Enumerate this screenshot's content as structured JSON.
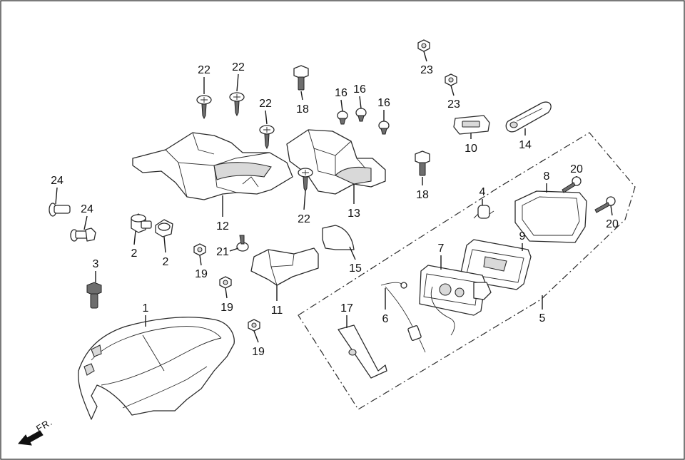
{
  "diagram": {
    "direction_label": "FR.",
    "callouts": [
      {
        "id": "c1",
        "label": "1"
      },
      {
        "id": "c2a",
        "label": "2"
      },
      {
        "id": "c2b",
        "label": "2"
      },
      {
        "id": "c3",
        "label": "3"
      },
      {
        "id": "c4",
        "label": "4"
      },
      {
        "id": "c5",
        "label": "5"
      },
      {
        "id": "c6",
        "label": "6"
      },
      {
        "id": "c7",
        "label": "7"
      },
      {
        "id": "c8",
        "label": "8"
      },
      {
        "id": "c9",
        "label": "9"
      },
      {
        "id": "c10",
        "label": "10"
      },
      {
        "id": "c11",
        "label": "11"
      },
      {
        "id": "c12",
        "label": "12"
      },
      {
        "id": "c13",
        "label": "13"
      },
      {
        "id": "c14",
        "label": "14"
      },
      {
        "id": "c15",
        "label": "15"
      },
      {
        "id": "c16a",
        "label": "16"
      },
      {
        "id": "c16b",
        "label": "16"
      },
      {
        "id": "c16c",
        "label": "16"
      },
      {
        "id": "c17",
        "label": "17"
      },
      {
        "id": "c18a",
        "label": "18"
      },
      {
        "id": "c18b",
        "label": "18"
      },
      {
        "id": "c19a",
        "label": "19"
      },
      {
        "id": "c19b",
        "label": "19"
      },
      {
        "id": "c19c",
        "label": "19"
      },
      {
        "id": "c20a",
        "label": "20"
      },
      {
        "id": "c20b",
        "label": "20"
      },
      {
        "id": "c21",
        "label": "21"
      },
      {
        "id": "c22a",
        "label": "22"
      },
      {
        "id": "c22b",
        "label": "22"
      },
      {
        "id": "c22c",
        "label": "22"
      },
      {
        "id": "c22d",
        "label": "22"
      },
      {
        "id": "c23a",
        "label": "23"
      },
      {
        "id": "c23b",
        "label": "23"
      },
      {
        "id": "c24a",
        "label": "24"
      },
      {
        "id": "c24b",
        "label": "24"
      }
    ]
  }
}
